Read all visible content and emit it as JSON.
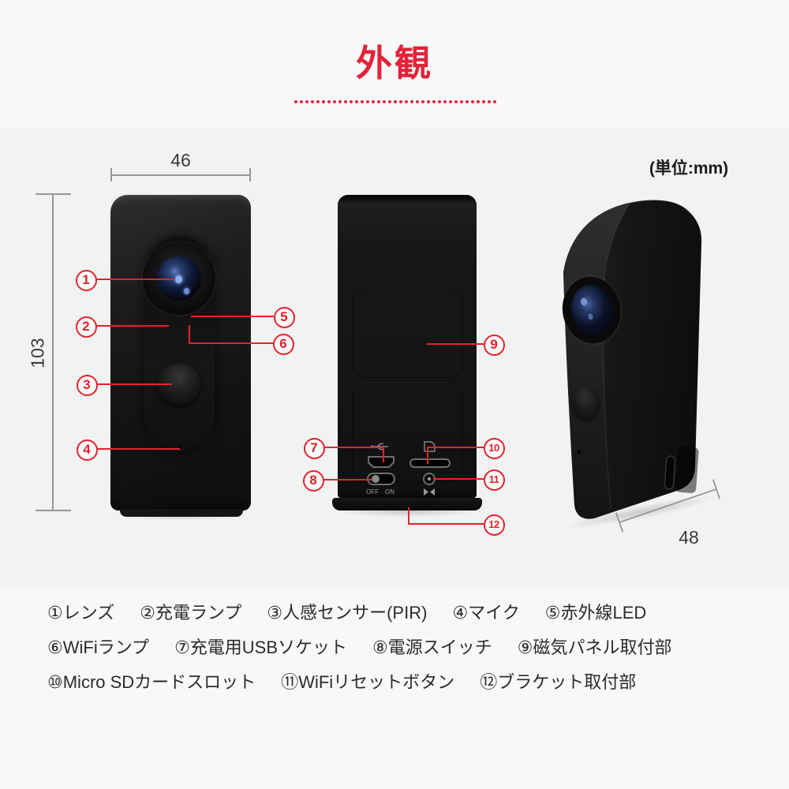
{
  "title": "外観",
  "unit_label": "(単位:mm)",
  "dimensions": {
    "front_width": "46",
    "height": "103",
    "side_depth": "48"
  },
  "markers": [
    "1",
    "2",
    "3",
    "4",
    "5",
    "6",
    "7",
    "8",
    "9",
    "10",
    "11",
    "12"
  ],
  "ports": {
    "switch_off": "OFF",
    "switch_on": "ON"
  },
  "legend_rows": [
    [
      {
        "num": "①",
        "label": "レンズ"
      },
      {
        "num": "②",
        "label": "充電ランプ"
      },
      {
        "num": "③",
        "label": "人感センサー(PIR)"
      },
      {
        "num": "④",
        "label": "マイク"
      },
      {
        "num": "⑤",
        "label": "赤外線LED"
      }
    ],
    [
      {
        "num": "⑥",
        "label": "WiFiランプ"
      },
      {
        "num": "⑦",
        "label": "充電用USBソケット"
      },
      {
        "num": "⑧",
        "label": "電源スイッチ"
      },
      {
        "num": "⑨",
        "label": "磁気パネル取付部"
      }
    ],
    [
      {
        "num": "⑩",
        "label": "Micro SDカードスロット"
      },
      {
        "num": "⑪",
        "label": "WiFiリセットボタン"
      },
      {
        "num": "⑫",
        "label": "ブラケット取付部"
      }
    ]
  ],
  "colors": {
    "accent_red": "#e4222c",
    "title_red": "#e2233a",
    "camera_black": "#161616",
    "dimension_gray": "#97979a"
  }
}
